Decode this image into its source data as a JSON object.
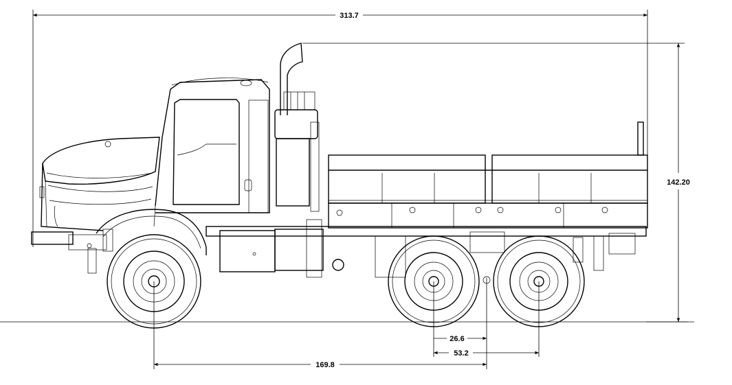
{
  "diagram": {
    "dimensions": {
      "overall_length": "313.7",
      "overall_height": "142.20",
      "tandem_axle_half": "26.6",
      "tandem_axle_spacing": "53.2",
      "wheelbase": "169.8"
    }
  }
}
